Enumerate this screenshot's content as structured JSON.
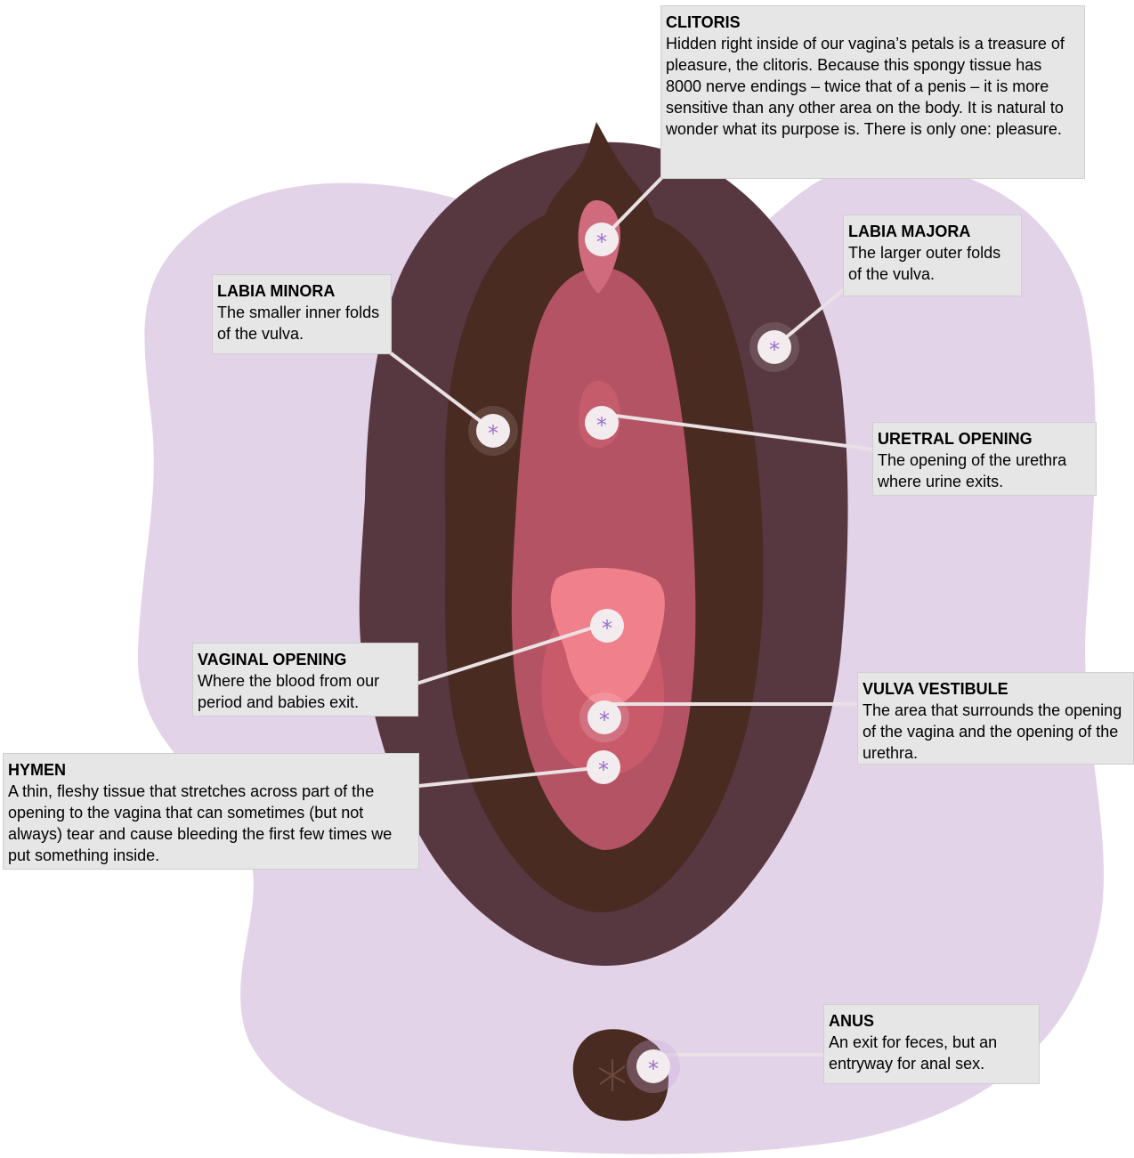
{
  "colors": {
    "background_blob": "#e2d3e8",
    "outer_labia": "#583840",
    "inner_dark": "#4a2b22",
    "inner_pink": "#b45364",
    "opening_pink": "#f0808b",
    "opening_mid": "#c85a6a",
    "marker_fill": "#f3ecef",
    "marker_asterisk": "#9a6ec9",
    "leader_line": "#e9e1e4",
    "label_bg": "#e6e6e6"
  },
  "labels": [
    {
      "id": "clitoris",
      "title": "CLITORIS",
      "description": "Hidden right inside of our vagina’s petals is a treasure of pleasure, the clitoris. Because this spongy tissue has 8000 nerve endings – twice that of a penis – it is more sensitive than any other area on the body. It is natural to wonder what its purpose is. There is only one: pleasure."
    },
    {
      "id": "labia-majora",
      "title": "LABIA MAJORA",
      "description": "The larger outer folds of the vulva."
    },
    {
      "id": "labia-minora",
      "title": "LABIA MINORA",
      "description": "The smaller inner folds of the vulva."
    },
    {
      "id": "uretral-opening",
      "title": "URETRAL OPENING",
      "description": "The opening of the urethra where urine exits."
    },
    {
      "id": "vaginal-opening",
      "title": "VAGINAL OPENING",
      "description": "Where the blood from our period and babies exit."
    },
    {
      "id": "vulva-vestibule",
      "title": "VULVA VESTIBULE",
      "description": "The area that surrounds the opening of the vagina and the opening of the urethra."
    },
    {
      "id": "hymen",
      "title": "HYMEN",
      "description": "A thin, fleshy tissue that stretches across part of the opening to the vagina that can sometimes (but not always) tear and cause bleeding the first few times we put something inside."
    },
    {
      "id": "anus",
      "title": "ANUS",
      "description": "An exit for feces, but an entryway for anal sex."
    }
  ],
  "markers": [
    {
      "id": "clitoris",
      "icon": "asterisk-icon"
    },
    {
      "id": "labia-majora",
      "icon": "asterisk-icon"
    },
    {
      "id": "labia-minora",
      "icon": "asterisk-icon"
    },
    {
      "id": "uretral-opening",
      "icon": "asterisk-icon"
    },
    {
      "id": "vaginal-opening",
      "icon": "asterisk-icon"
    },
    {
      "id": "vulva-vestibule",
      "icon": "asterisk-icon"
    },
    {
      "id": "hymen",
      "icon": "asterisk-icon"
    },
    {
      "id": "anus",
      "icon": "asterisk-icon"
    }
  ],
  "marker_symbol": "*"
}
